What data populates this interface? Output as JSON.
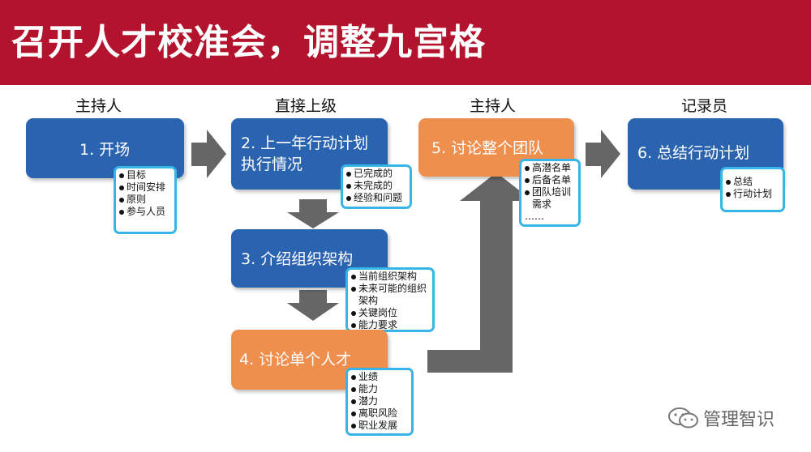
{
  "title": "召开人才校准会，调整九宫格",
  "roles": {
    "host1": "主持人",
    "superior": "直接上级",
    "host2": "主持人",
    "recorder": "记录员"
  },
  "steps": {
    "s1": {
      "label": "1. 开场",
      "color": "#2a64b0",
      "notes": [
        "目标",
        "时间安排",
        "原则",
        "参与人员"
      ]
    },
    "s2": {
      "label": "2. 上一年行动计划执行情况",
      "color": "#2a64b0",
      "notes": [
        "已完成的",
        "未完成的",
        "经验和问题"
      ]
    },
    "s3": {
      "label": "3. 介绍组织架构",
      "color": "#2a64b0",
      "notes": [
        "当前组织架构",
        "未来可能的组织架构",
        "关键岗位",
        "能力要求"
      ]
    },
    "s4": {
      "label": "4. 讨论单个人才",
      "color": "#ef8f4e",
      "notes": [
        "业绩",
        "能力",
        "潜力",
        "离职风险",
        "职业发展"
      ]
    },
    "s5": {
      "label": "5. 讨论整个团队",
      "color": "#ef8f4e",
      "notes": [
        "高潜名单",
        "后备名单",
        "团队培训需求",
        "……"
      ]
    },
    "s6": {
      "label": "6. 总结行动计划",
      "color": "#2a64b0",
      "notes": [
        "总结",
        "行动计划"
      ]
    }
  },
  "watermark": "管理智识",
  "colors": {
    "title_bar": "#b4132d",
    "arrow": "#666666",
    "note_border": "#35b6e6"
  },
  "icons": {
    "watermark": "wechat-icon"
  }
}
